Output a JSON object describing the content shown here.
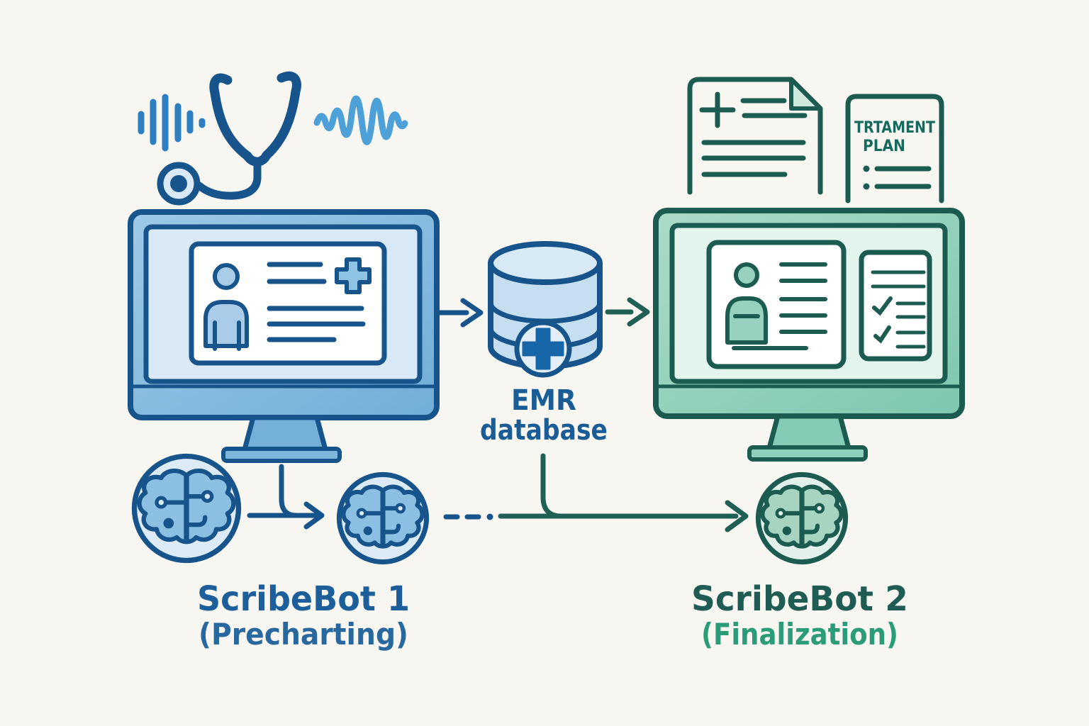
{
  "labels": {
    "emr_line1": "EMR",
    "emr_line2": "database",
    "bot1_name": "ScribeBot 1",
    "bot1_phase": "(Precharting)",
    "bot2_name": "ScribeBot 2",
    "bot2_phase": "(Finalization)",
    "treatment_doc_line1": "TRTAMENT",
    "treatment_doc_line2": "PLAN"
  },
  "icons": {
    "audio_bars": "audio-bars-icon",
    "stethoscope": "stethoscope-icon",
    "audio_waveform": "audio-waveform-icon",
    "precharting_monitor": "patient-chart-monitor-icon",
    "patient_person": "person-icon",
    "medical_cross": "medical-cross-icon",
    "emr_database": "emr-database-icon",
    "finalization_monitor": "finalized-chart-monitor-icon",
    "checklist": "checklist-panel-icon",
    "medical_report_doc": "medical-report-document-icon",
    "treatment_plan_doc": "treatment-plan-document-icon",
    "ai_brain": "ai-brain-icon",
    "arrow": "flow-arrow-icon"
  },
  "colors": {
    "background": "#f8f6f1",
    "blue_outline": "#17548c",
    "blue_frame": "#7fb7dc",
    "blue_screen": "#d9eaf6",
    "blue_accent": "#4da0d8",
    "blue_bars": "#2e7fc1",
    "blue_text": "#1d5f9b",
    "database_fill": "#c5def0",
    "teal_outline": "#1c5b50",
    "green_frame": "#8dcfbb",
    "green_screen": "#e3f4ed",
    "teal_arrow": "#1e6054",
    "teal_text": "#1f5c53",
    "green_text": "#2b9c78",
    "doc_fold": "#cfeadd"
  }
}
